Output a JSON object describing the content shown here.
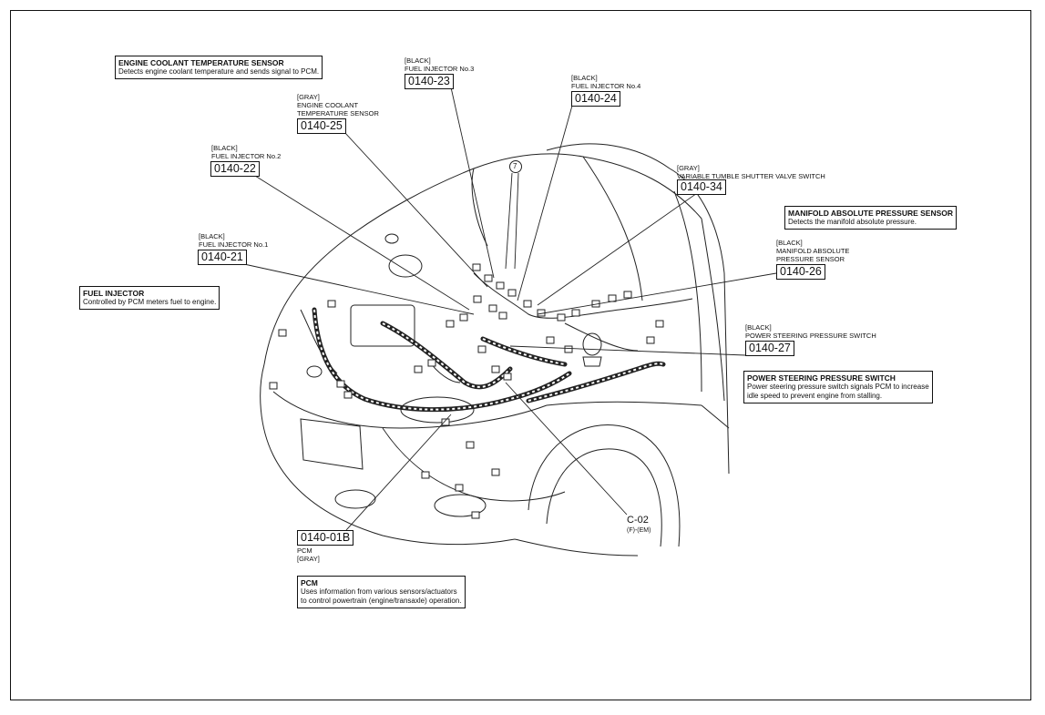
{
  "callouts": {
    "ect": {
      "title": "ENGINE COOLANT TEMPERATURE SENSOR",
      "desc": [
        "Detects engine coolant temperature and sends signal to PCM."
      ]
    },
    "map": {
      "title": "MANIFOLD ABSOLUTE PRESSURE SENSOR",
      "desc": [
        "Detects the manifold absolute pressure."
      ]
    },
    "fi": {
      "title": "FUEL INJECTOR",
      "desc": [
        "Controlled by PCM meters fuel to engine."
      ]
    },
    "ps": {
      "title": "POWER STEERING PRESSURE SWITCH",
      "desc": [
        "Power steering pressure switch signals PCM to increase",
        "idle speed to prevent engine from stalling."
      ]
    },
    "pcm": {
      "title": "PCM",
      "desc": [
        "Uses information from various sensors/actuators",
        "to control powertrain (engine/transaxle) operation."
      ]
    }
  },
  "connectors": {
    "c23": {
      "color": "[BLACK]",
      "name": [
        "FUEL INJECTOR No.3"
      ],
      "code": "0140-23"
    },
    "c24": {
      "color": "[BLACK]",
      "name": [
        "FUEL INJECTOR No.4"
      ],
      "code": "0140-24"
    },
    "c25": {
      "color": "[GRAY]",
      "name": [
        "ENGINE COOLANT",
        "TEMPERATURE SENSOR"
      ],
      "code": "0140-25"
    },
    "c22": {
      "color": "[BLACK]",
      "name": [
        "FUEL INJECTOR No.2"
      ],
      "code": "0140-22"
    },
    "c34": {
      "color": "[GRAY]",
      "name": [
        "VARIABLE TUMBLE SHUTTER VALVE SWITCH"
      ],
      "code": "0140-34"
    },
    "c21": {
      "color": "[BLACK]",
      "name": [
        "FUEL INJECTOR No.1"
      ],
      "code": "0140-21"
    },
    "c26": {
      "color": "[BLACK]",
      "name": [
        "MANIFOLD ABSOLUTE",
        "PRESSURE SENSOR"
      ],
      "code": "0140-26"
    },
    "c27": {
      "color": "[BLACK]",
      "name": [
        "POWER STEERING PRESSURE SWITCH"
      ],
      "code": "0140-27"
    },
    "c01b": {
      "code": "0140-01B",
      "name": "PCM",
      "color": "[GRAY]"
    }
  },
  "ground": {
    "label": "C-02",
    "sub": "(F)-(EM)"
  },
  "ref_marker": "7"
}
